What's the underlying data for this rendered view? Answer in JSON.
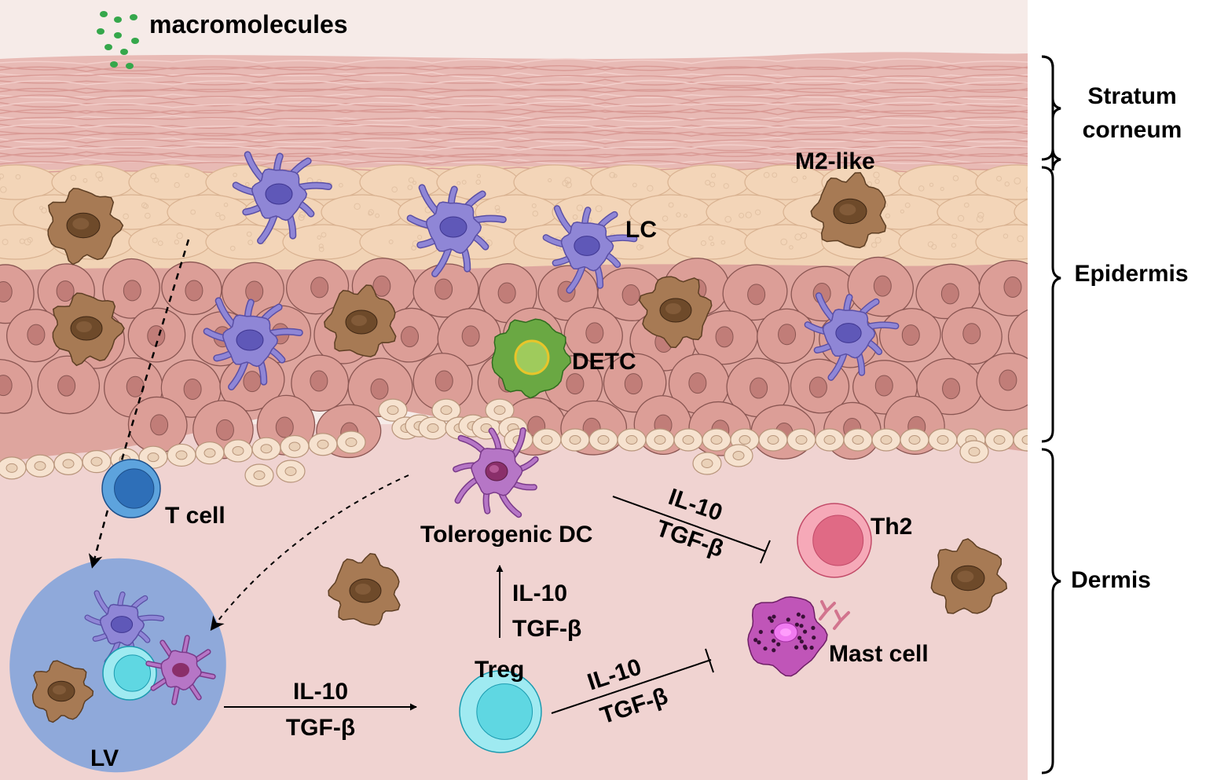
{
  "labels": {
    "macromolecules": "macromolecules",
    "m2_like": "M2-like",
    "lc": "LC",
    "detc": "DETC",
    "t_cell": "T cell",
    "tolerogenic_dc": "Tolerogenic DC",
    "th2": "Th2",
    "mast_cell": "Mast cell",
    "treg": "Treg",
    "lv": "LV"
  },
  "layers": [
    {
      "line1": "Stratum",
      "line2": "corneum"
    },
    {
      "line1": "Epidermis",
      "line2": ""
    },
    {
      "line1": "Dermis",
      "line2": ""
    }
  ],
  "signals": {
    "lv_to_treg": {
      "line1": "IL-10",
      "line2": "TGF-β"
    },
    "treg_to_dc": {
      "line1": "IL-10",
      "line2": "TGF-β"
    },
    "dc_to_th2": {
      "line1": "IL-10",
      "line2": "TGF-β"
    },
    "treg_to_mast": {
      "line1": "IL-10",
      "line2": "TGF-β"
    }
  },
  "colors": {
    "stratum_corneum": "#e8b9b5",
    "upper_epidermis": "#f0d2b3",
    "basal_keratinocyte": "#dc9e97",
    "dermis": "#f0d3d1",
    "langerhans_cell": "#8f86d6",
    "macrophage": "#a77a54",
    "detc": "#6aa843",
    "t_cell": "#2e6fb8",
    "tolerogenic_dc": "#b676c6",
    "th2": "#f08a9e",
    "mast_cell": "#c055b8",
    "treg": "#5fd7e2",
    "lymphatic_vessel": "#8fa9da"
  },
  "icons": [
    "macromolecule-dots-icon",
    "langerhans-cell-icon",
    "m2-macrophage-icon",
    "detc-icon",
    "t-cell-icon",
    "tolerogenic-dc-icon",
    "th2-cell-icon",
    "mast-cell-icon",
    "treg-icon",
    "lymphatic-vessel-icon"
  ]
}
